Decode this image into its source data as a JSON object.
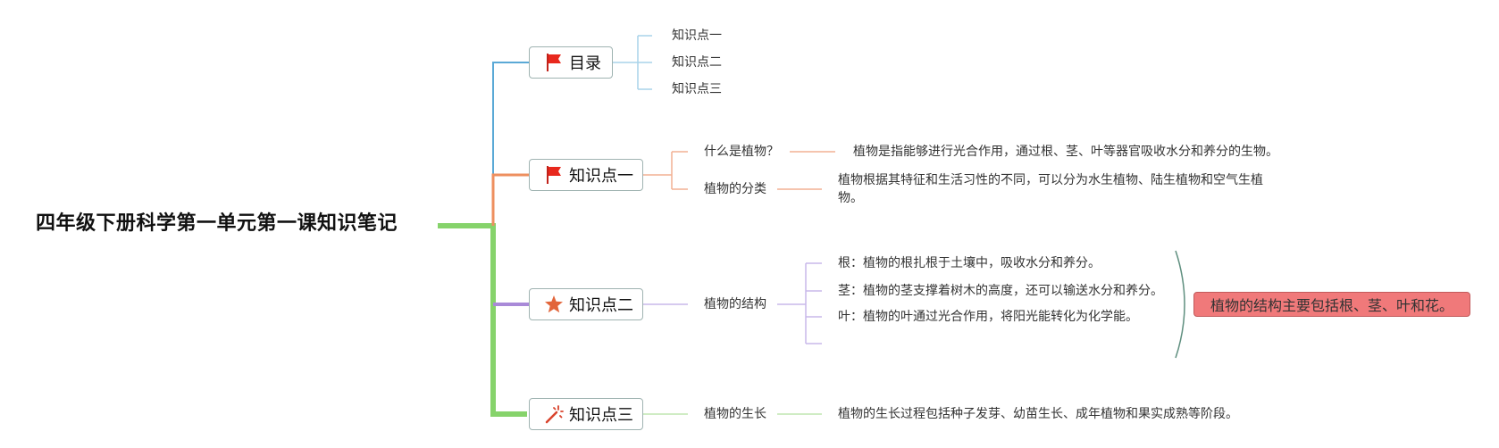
{
  "root": {
    "title": "四年级下册科学第一单元第一课知识笔记"
  },
  "branches": [
    {
      "label": "目录",
      "icon": "red-flag-icon",
      "children": [
        "知识点一",
        "知识点二",
        "知识点三"
      ]
    },
    {
      "label": "知识点一",
      "icon": "red-flag-icon",
      "children": [
        {
          "label": "什么是植物？",
          "detail": "植物是指能够进行光合作用，通过根、茎、叶等器官吸收水分和养分的生物。"
        },
        {
          "label": "植物的分类",
          "detail": "植物根据其特征和生活习性的不同，可以分为水生植物、陆生植物和空气生植物。"
        }
      ]
    },
    {
      "label": "知识点二",
      "icon": "orange-star-icon",
      "children": [
        {
          "label": "植物的结构",
          "details": [
            "根：植物的根扎根于土壤中，吸收水分和养分。",
            "茎：植物的茎支撑着树木的高度，还可以输送水分和养分。",
            "叶：植物的叶通过光合作用，将阳光能转化为化学能。"
          ]
        }
      ],
      "summary": "植物的结构主要包括根、茎、叶和花。"
    },
    {
      "label": "知识点三",
      "icon": "magic-wand-icon",
      "children": [
        {
          "label": "植物的生长",
          "detail": "植物的生长过程包括种子发芽、幼苗生长、成年植物和果实成熟等阶段。"
        }
      ]
    }
  ],
  "colors": {
    "trunk": "#86d36b",
    "branch_catalog": "#5aa9d6",
    "branch_k1": "#ee8f5f",
    "branch_k2": "#a98ad8",
    "branch_k3": "#86d36b",
    "summary_fill": "#f0797a"
  }
}
